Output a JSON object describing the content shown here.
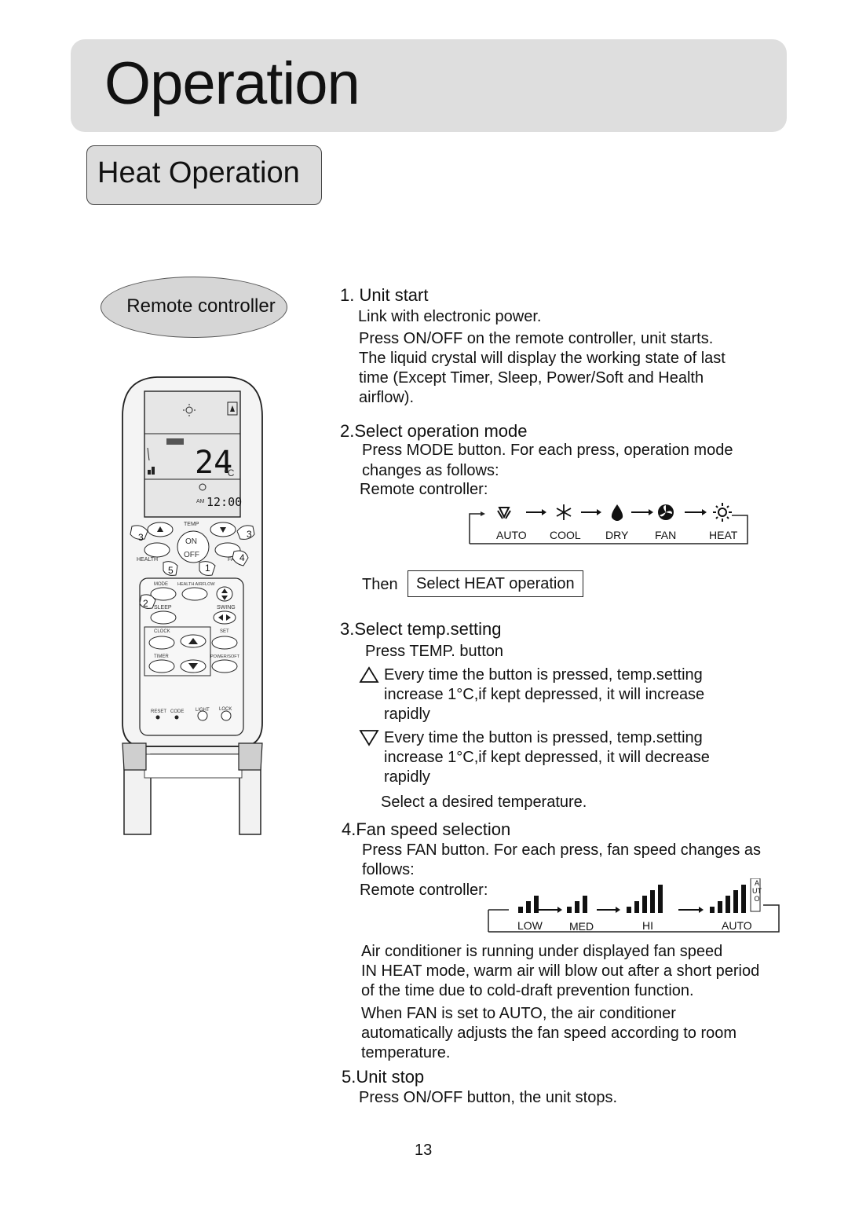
{
  "page": {
    "title": "Operation",
    "subtitle": "Heat Operation",
    "page_number": "13"
  },
  "remote": {
    "label": "Remote controller",
    "lcd": {
      "temp": "24",
      "unit": "°C",
      "am": "AM",
      "time": "12:00"
    },
    "buttons": {
      "temp": "TEMP",
      "on": "ON",
      "off": "OFF",
      "health": "HEALTH",
      "fan": "FAN",
      "mode": "MODE",
      "health_airflow": "HEALTH AIRFLOW",
      "sleep": "SLEEP",
      "swing": "SWING",
      "clock": "CLOCK",
      "set": "SET",
      "timer": "TIMER",
      "power_soft": "POWER/SOFT",
      "reset": "RESET",
      "code": "CODE",
      "light": "LIGHT",
      "lock": "LOCK"
    },
    "callouts": [
      "3",
      "3",
      "4",
      "5",
      "1",
      "2"
    ]
  },
  "steps": {
    "s1": {
      "heading": "1. Unit start",
      "line1": "Link with electronic power.",
      "line2": "Press ON/OFF on the remote controller, unit starts.",
      "line3": "The liquid crystal will display the working state of last",
      "line4": "time (Except Timer, Sleep, Power/Soft and Health",
      "line5": "airflow)."
    },
    "s2": {
      "heading": "2.Select operation mode",
      "line1": "Press MODE button. For each press, operation mode",
      "line2": "changes as follows:",
      "line3": "Remote controller:",
      "modes": [
        "AUTO",
        "COOL",
        "DRY",
        "FAN",
        "HEAT"
      ],
      "then": "Then",
      "then_box": "Select HEAT operation"
    },
    "s3": {
      "heading": "3.Select temp.setting",
      "line1": "Press TEMP. button",
      "up1": "Every time the button is pressed, temp.setting",
      "up2": "increase 1°C,if kept depressed, it will increase",
      "up3": "rapidly",
      "down1": "Every time the button is pressed, temp.setting",
      "down2": "increase 1°C,if kept depressed, it will decrease",
      "down3": "rapidly",
      "line_last": "Select a desired temperature."
    },
    "s4": {
      "heading": "4.Fan speed selection",
      "line1": "Press FAN button. For each press, fan speed changes as",
      "line2": "follows:",
      "line3": "Remote controller:",
      "speeds": [
        "LOW",
        "MED",
        "HI",
        "AUTO"
      ],
      "auto_vertical": "AUTO",
      "p1": "Air conditioner is running under displayed fan speed",
      "p2": "IN HEAT mode, warm air will blow out after a short period",
      "p3": "of the time due to cold-draft prevention function.",
      "p4": "When FAN is set to AUTO, the air conditioner",
      "p5": "automatically adjusts the fan speed according to room",
      "p6": "temperature."
    },
    "s5": {
      "heading": "5.Unit stop",
      "line1": "Press ON/OFF button, the unit stops."
    }
  },
  "icons": [
    "auto-mode-icon",
    "cool-snowflake-icon",
    "dry-drop-icon",
    "fan-icon",
    "heat-sun-icon",
    "triangle-up-icon",
    "triangle-down-icon",
    "fan-bars-icon"
  ]
}
